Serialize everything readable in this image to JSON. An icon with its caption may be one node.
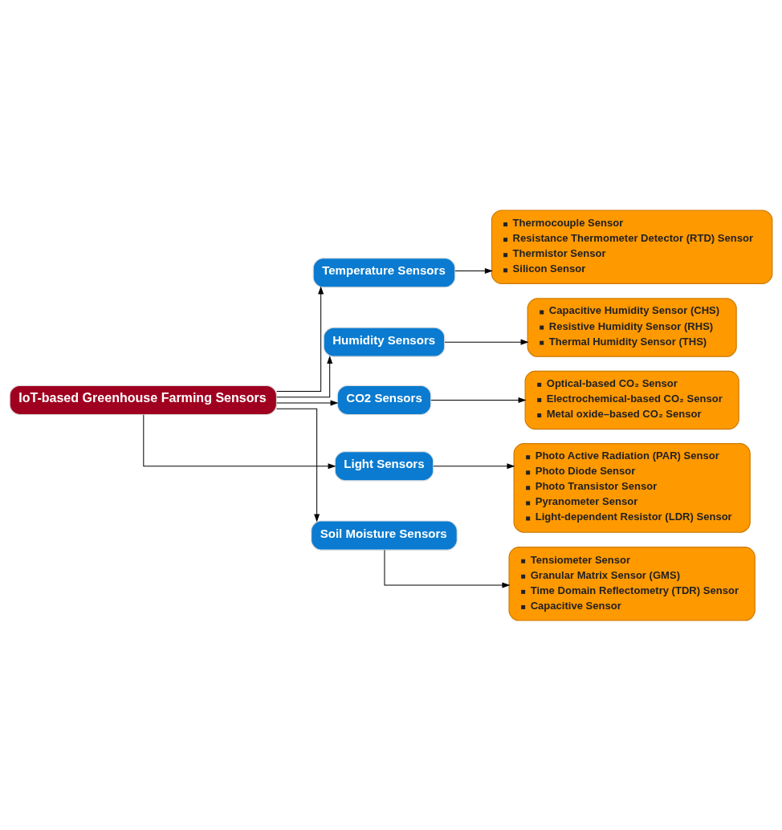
{
  "diagram": {
    "nodes": [
      {
        "text": [
          "IoT-based Greenhouse Farming Sensors"
        ]
      },
      {
        "text": [
          "Temperature Sensors"
        ]
      },
      {
        "text": [
          "Humidity Sensors"
        ]
      },
      {
        "text": [
          "CO2 Sensors"
        ]
      },
      {
        "text": [
          "Light Sensors"
        ]
      },
      {
        "text": [
          "Soil Moisture Sensors"
        ]
      },
      {
        "text": [
          "Thermocouple Sensor",
          "Resistance Thermometer Detector (RTD) Sensor",
          "Thermistor Sensor",
          "Silicon Sensor"
        ]
      },
      {
        "text": [
          "Capacitive Humidity Sensor (CHS)",
          "Resistive Humidity Sensor (RHS)",
          "Thermal Humidity Sensor (THS)"
        ]
      },
      {
        "text": [
          "Optical-based CO₂ Sensor",
          "Electrochemical-based CO₂ Sensor",
          "Metal oxide–based CO₂ Sensor"
        ]
      },
      {
        "text": [
          "Photo Active Radiation (PAR) Sensor",
          "Photo Diode Sensor",
          "Photo Transistor Sensor",
          "Pyranometer Sensor",
          "Light-dependent Resistor (LDR) Sensor"
        ]
      },
      {
        "text": [
          "Tensiometer Sensor",
          "Granular Matrix Sensor (GMS)",
          "Time Domain Reflectometry (TDR) Sensor",
          "Capacitive Sensor"
        ]
      }
    ],
    "edges": [
      {
        "from": 0,
        "to": 1,
        "arrow": "to"
      },
      {
        "from": 0,
        "to": 2,
        "arrow": "to"
      },
      {
        "from": 0,
        "to": 3,
        "arrow": "to"
      },
      {
        "from": 0,
        "to": 4,
        "arrow": "to"
      },
      {
        "from": 0,
        "to": 5,
        "arrow": "to"
      },
      {
        "from": 1,
        "to": 6,
        "arrow": "to"
      },
      {
        "from": 2,
        "to": 7,
        "arrow": "to"
      },
      {
        "from": 3,
        "to": 8,
        "arrow": "to"
      },
      {
        "from": 4,
        "to": 9,
        "arrow": "to"
      },
      {
        "from": 5,
        "to": 10,
        "arrow": "to"
      }
    ]
  }
}
